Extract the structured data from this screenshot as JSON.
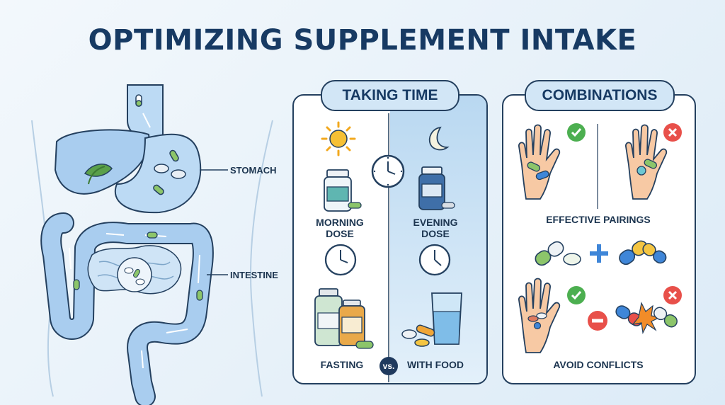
{
  "title": "OPTIMIZING SUPPLEMENT INTAKE",
  "anatomy": {
    "stomach_label": "STOMACH",
    "intestine_label": "INTESTINE"
  },
  "taking_time": {
    "heading": "TAKING TIME",
    "morning": "MORNING DOSE",
    "evening": "EVENING DOSE",
    "fasting": "FASTING",
    "versus": "vs.",
    "with_food": "WITH FOOD"
  },
  "combinations": {
    "heading": "COMBINATIONS",
    "effective": "EFFECTIVE PAIRINGS",
    "avoid": "AVOID CONFLICTS"
  },
  "colors": {
    "outline": "#24405f",
    "organ_blue": "#a9cdef",
    "panel_tint": "#d2e6f6",
    "check_green": "#4caf50",
    "cross_red": "#e8504a",
    "pill_green": "#8cc56a",
    "pill_yellow": "#f4c542",
    "pill_blue": "#3f86d8"
  }
}
